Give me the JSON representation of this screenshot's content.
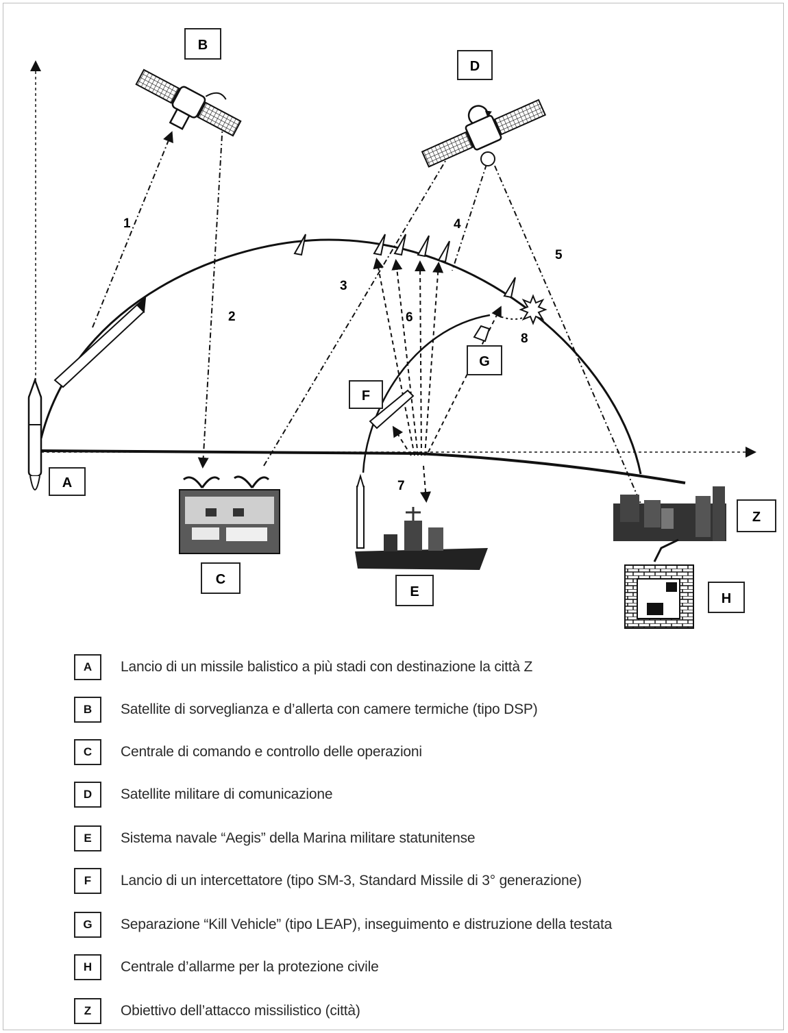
{
  "labels": {
    "A": "A",
    "B": "B",
    "C": "C",
    "D": "D",
    "E": "E",
    "F": "F",
    "G": "G",
    "H": "H",
    "Z": "Z"
  },
  "steps": [
    "1",
    "2",
    "3",
    "4",
    "5",
    "6",
    "7",
    "8"
  ],
  "legend": [
    {
      "key": "A",
      "text": "Lancio di un missile balistico a più stadi con destinazione la città Z"
    },
    {
      "key": "B",
      "text": "Satellite di sorveglianza e d’allerta con camere termiche (tipo DSP)"
    },
    {
      "key": "C",
      "text": "Centrale di comando e controllo delle operazioni"
    },
    {
      "key": "D",
      "text": "Satellite militare di comunicazione"
    },
    {
      "key": "E",
      "text": "Sistema navale “Aegis” della Marina militare statunitense"
    },
    {
      "key": "F",
      "text": "Lancio di un intercettatore (tipo SM-3, Standard Missile di 3° generazione)"
    },
    {
      "key": "G",
      "text": "Separazione “Kill Vehicle” (tipo LEAP), inseguimento e distruzione della testata"
    },
    {
      "key": "H",
      "text": "Centrale d’allarme per la protezione civile"
    },
    {
      "key": "Z",
      "text": "Obiettivo dell’attacco missilistico (città)"
    }
  ]
}
